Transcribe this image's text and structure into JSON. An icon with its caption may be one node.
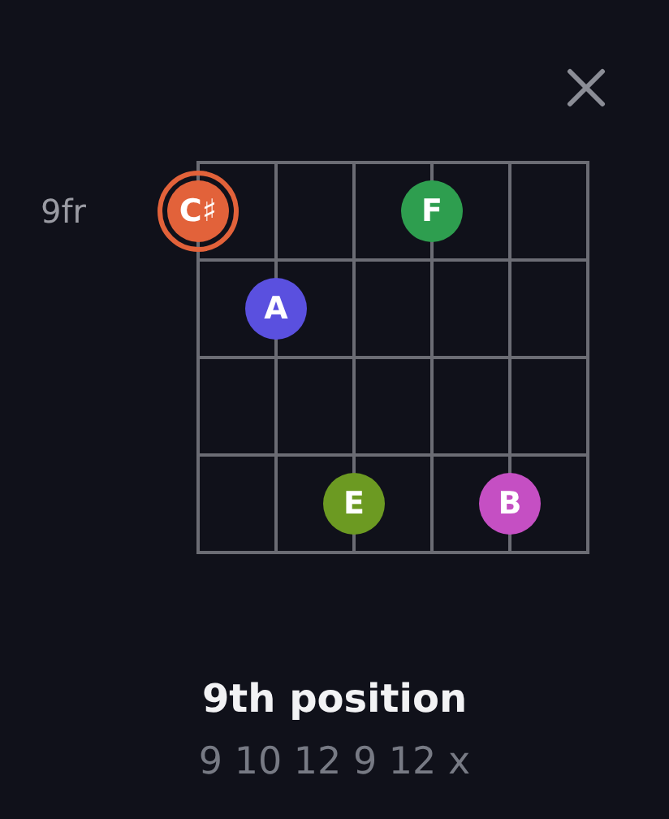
{
  "diagram": {
    "title": "9th position",
    "caption": "9 10 12 9 12 x",
    "nodes": [
      {
        "text": [
          "C♯"
        ]
      },
      {
        "text": [
          "F"
        ]
      },
      {
        "text": [
          "A"
        ]
      },
      {
        "text": [
          "E"
        ]
      },
      {
        "text": [
          "B"
        ]
      }
    ],
    "labels": [
      "9fr"
    ]
  }
}
